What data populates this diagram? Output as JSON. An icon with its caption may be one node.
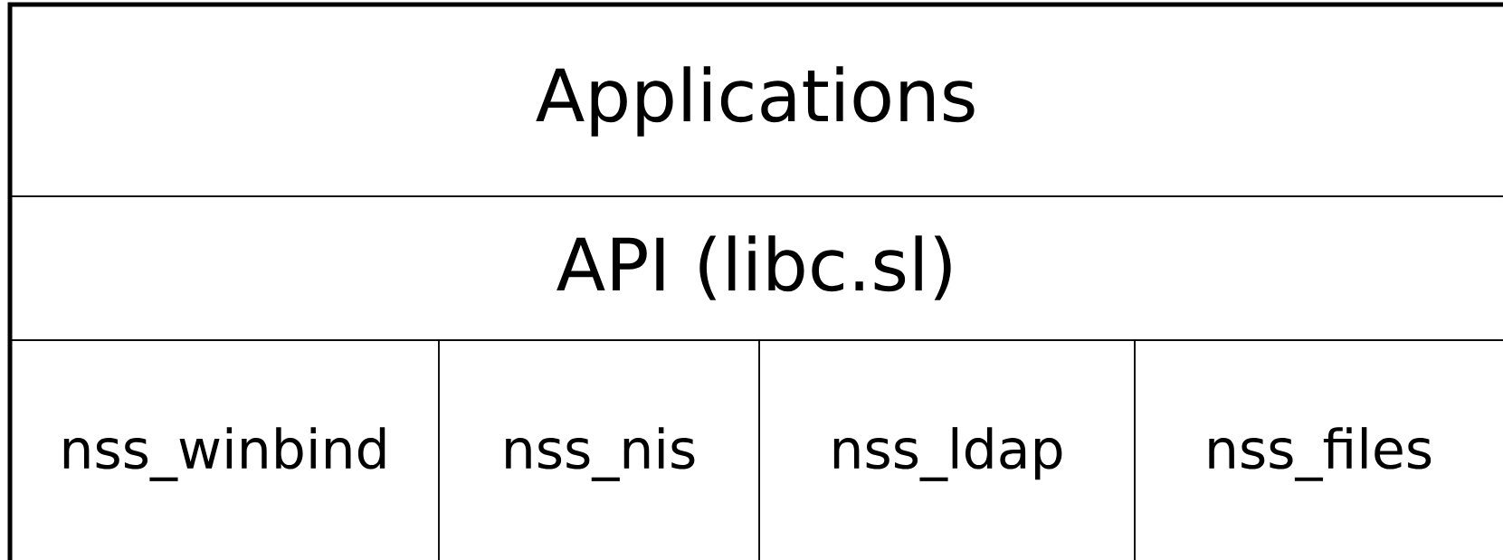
{
  "diagram": {
    "nodes": [
      {
        "text": [
          "Applications"
        ]
      },
      {
        "text": [
          "API (libc.sl)"
        ]
      },
      {
        "text": [
          "nss_winbind"
        ]
      },
      {
        "text": [
          "nss_nis"
        ]
      },
      {
        "text": [
          "nss_ldap"
        ]
      },
      {
        "text": [
          "nss_files"
        ]
      }
    ]
  }
}
